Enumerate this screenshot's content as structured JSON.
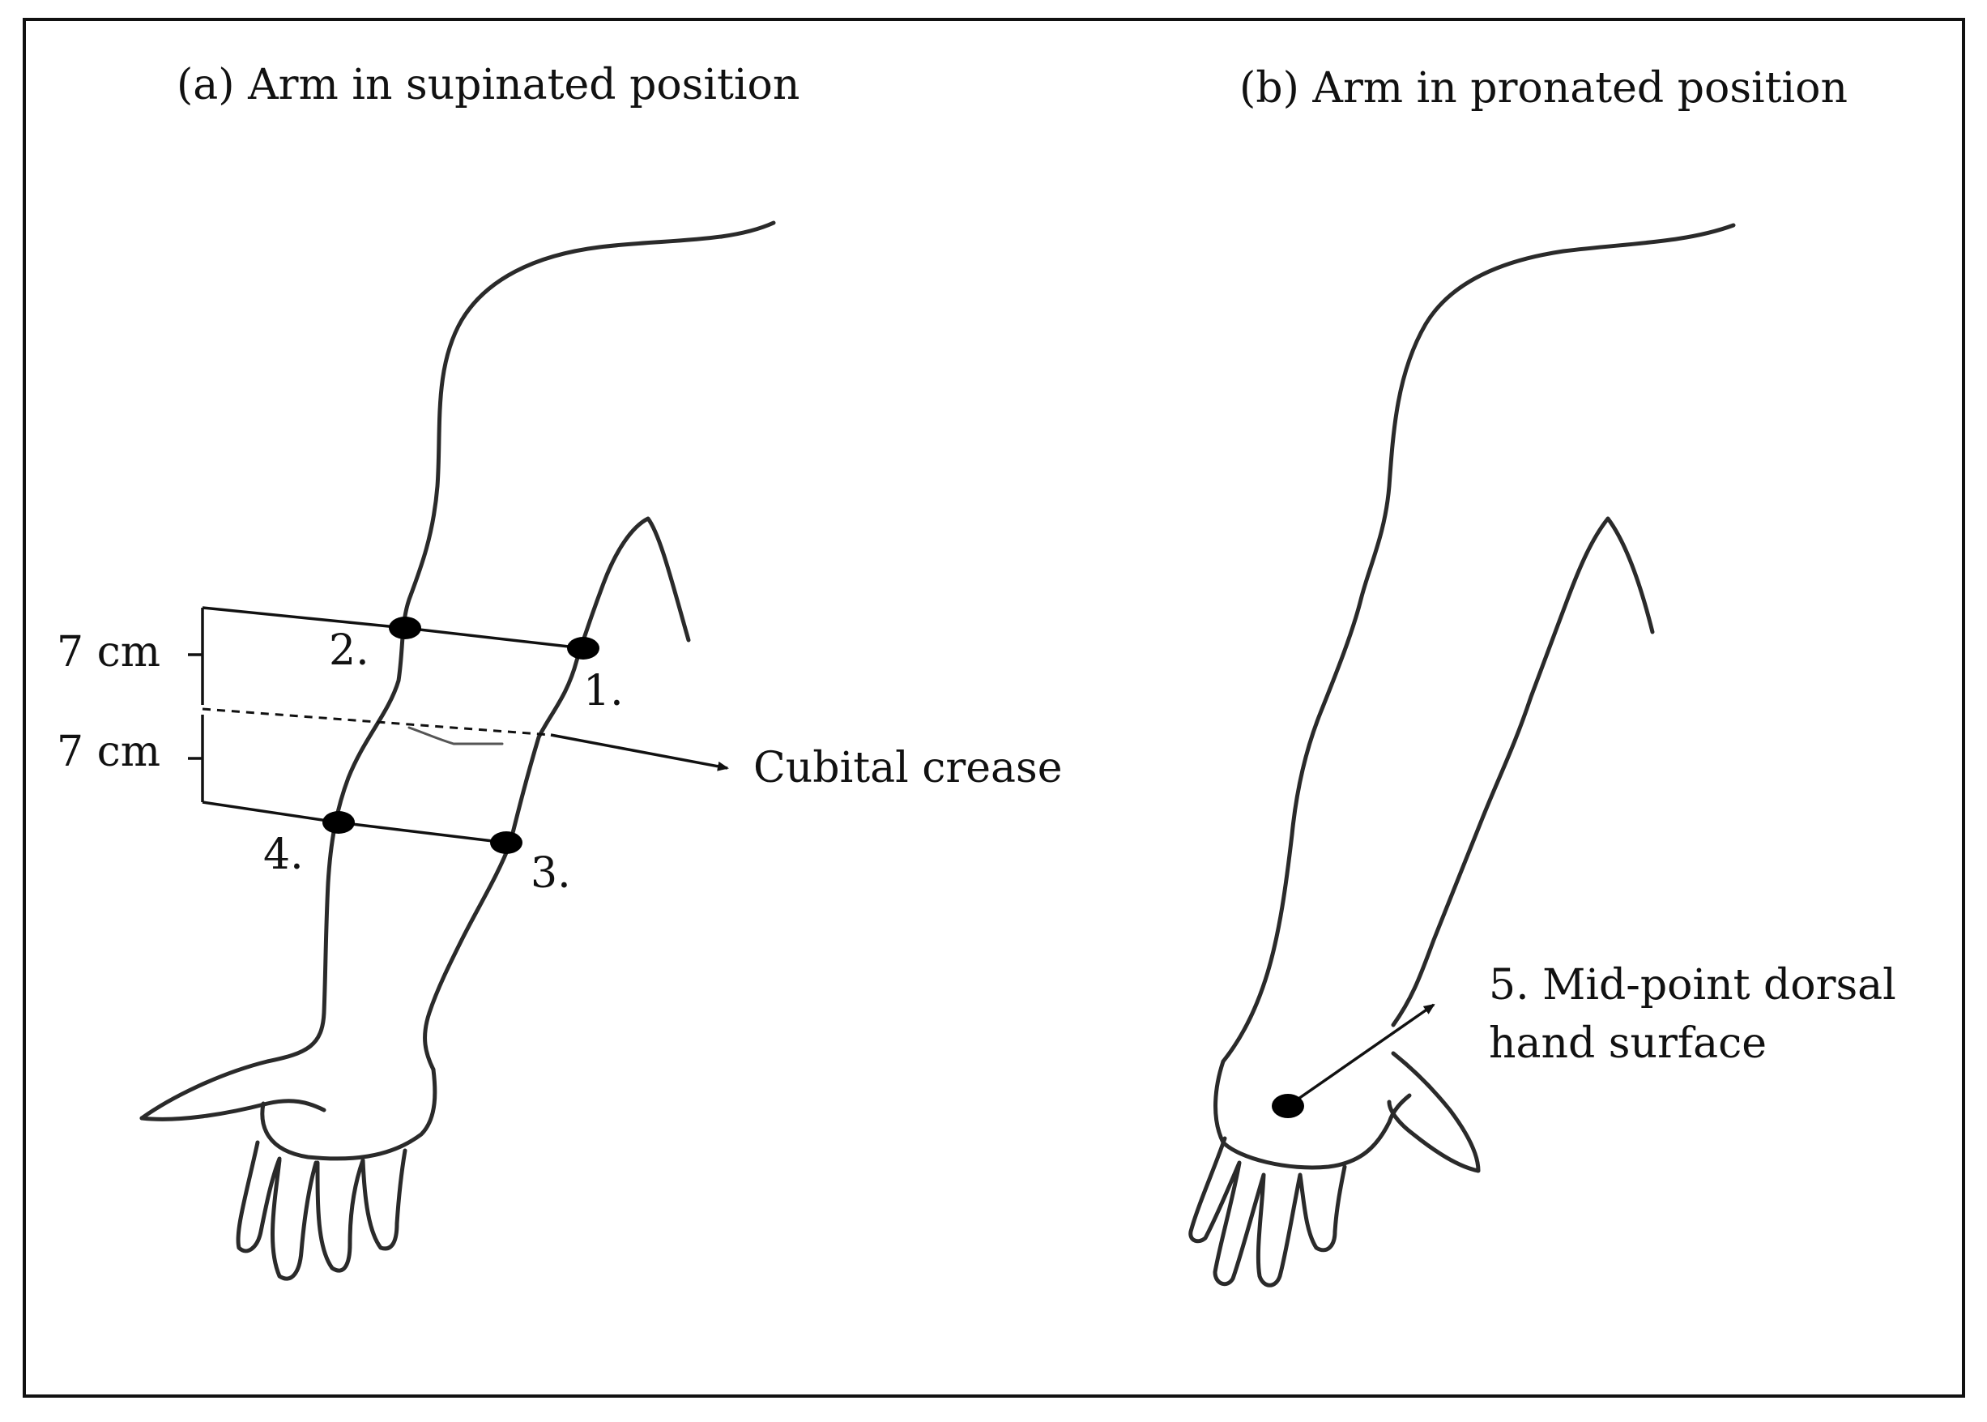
{
  "panel_a": {
    "title": "(a) Arm in supinated position",
    "bracket_upper": "7 cm",
    "bracket_lower": "7 cm",
    "point_1": "1.",
    "point_2": "2.",
    "point_3": "3.",
    "point_4": "4.",
    "crease_label": "Cubital crease"
  },
  "panel_b": {
    "title": "(b) Arm in pronated position",
    "point_5_line1": "5. Mid-point dorsal",
    "point_5_line2": "hand surface"
  }
}
